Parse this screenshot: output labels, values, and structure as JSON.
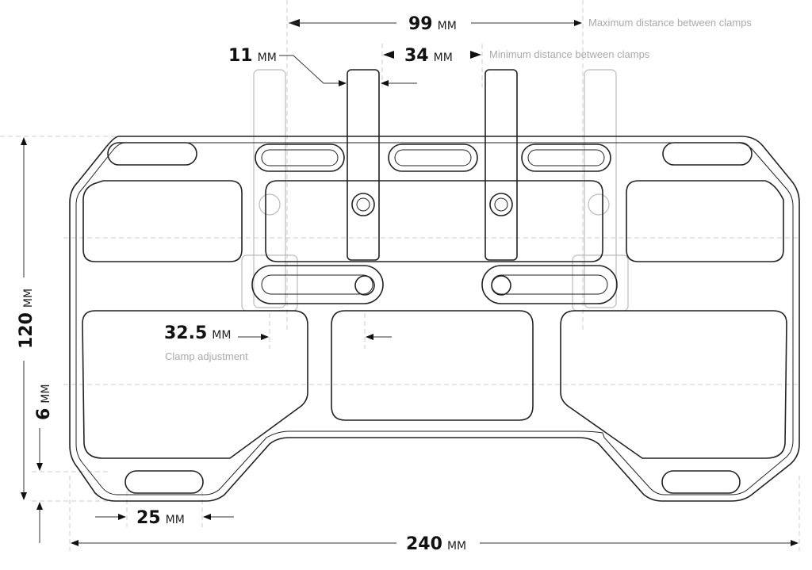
{
  "dimensions": {
    "max_clamp": {
      "value": "99",
      "unit": "MM",
      "note": "Maximum distance between clamps"
    },
    "min_clamp": {
      "value": "34",
      "unit": "MM",
      "note": "Minimum distance between clamps"
    },
    "clamp_width": {
      "value": "11",
      "unit": "MM"
    },
    "clamp_adjust": {
      "value": "32.5",
      "unit": "MM",
      "note": "Clamp adjustment"
    },
    "height": {
      "value": "120",
      "unit": "MM"
    },
    "thickness": {
      "value": "6",
      "unit": "MM"
    },
    "slot": {
      "value": "25",
      "unit": "MM"
    },
    "width": {
      "value": "240",
      "unit": "MM"
    }
  }
}
